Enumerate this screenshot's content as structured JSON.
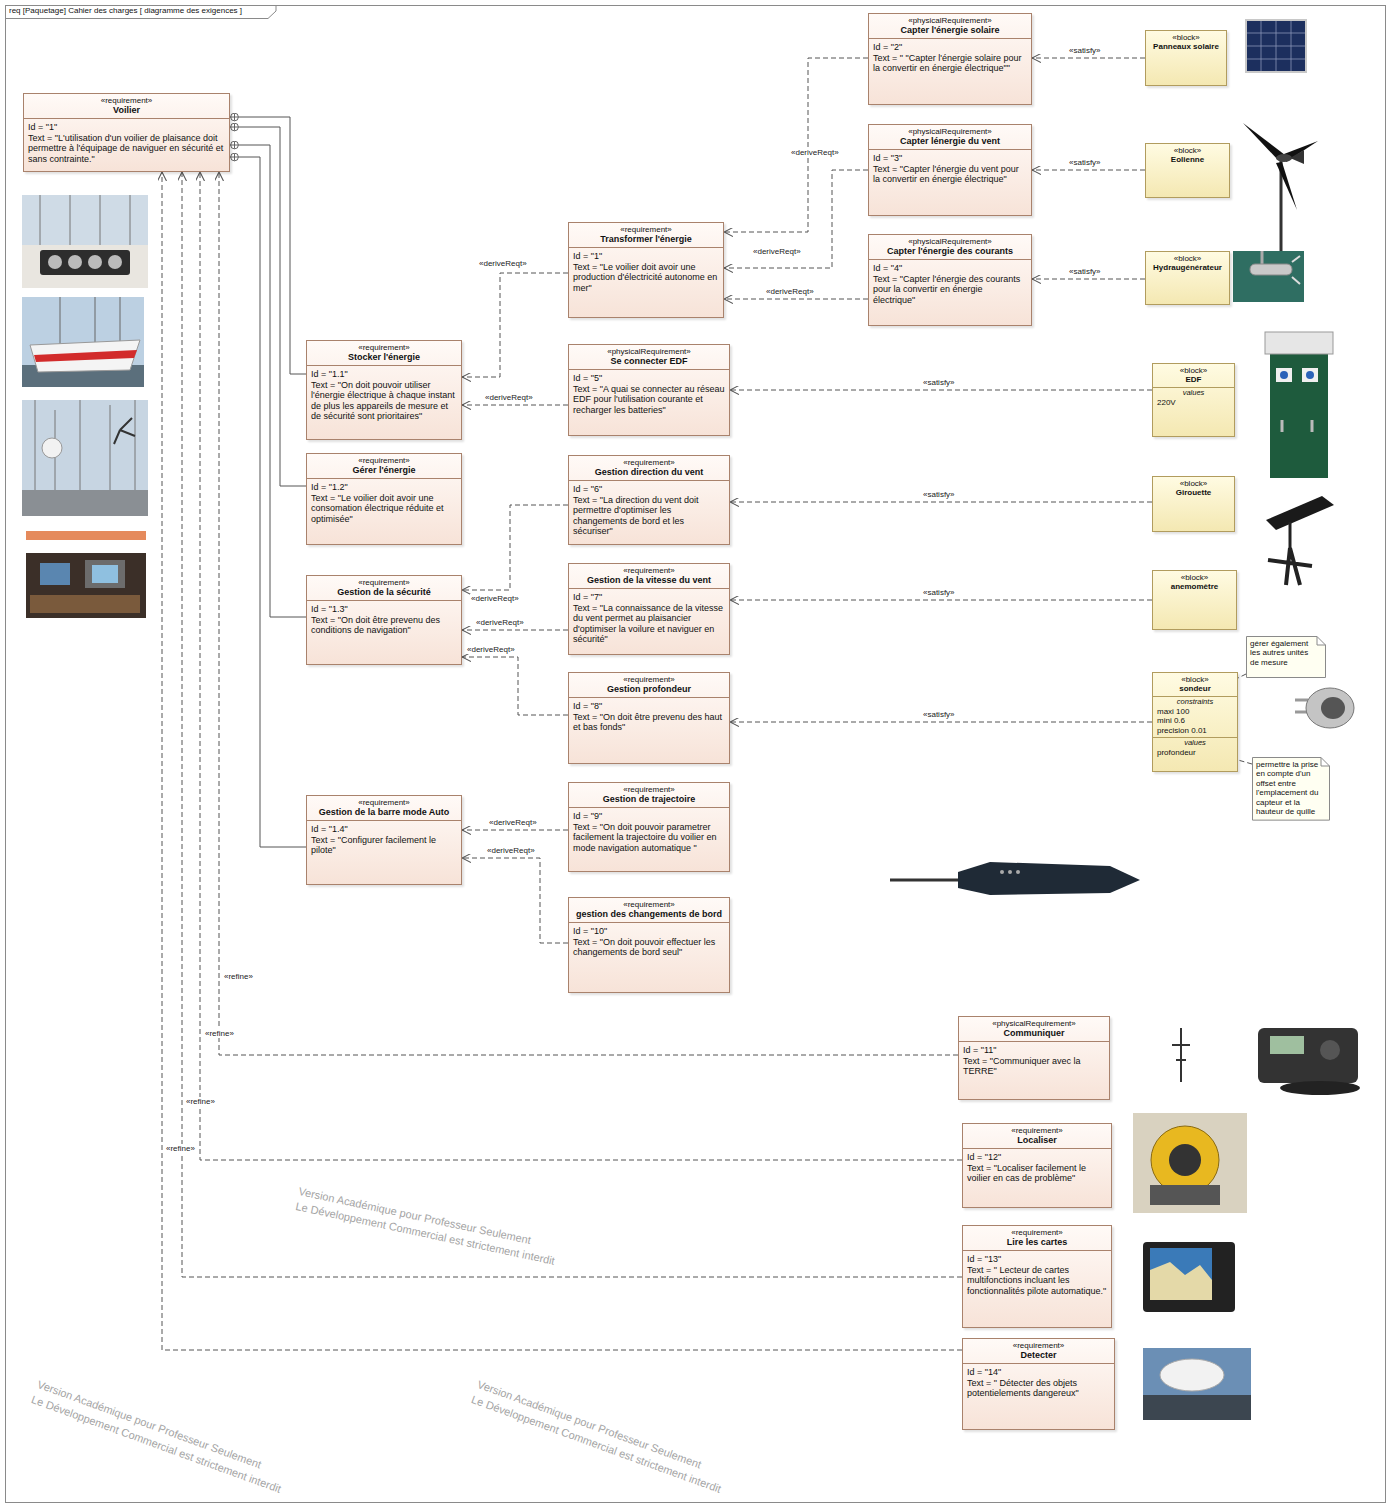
{
  "diagram": {
    "title": "req [Paquetage] Cahier des charges [ diagramme des exigences ]",
    "nodes": [
      {
        "text": [
          "«requirement»",
          "Voilier",
          "Id = \"1\"",
          "Text = \"L'utilisation d'un voilier de plaisance doit permettre à l'équipage de naviguer en sécurité et sans contrainte.\""
        ]
      },
      {
        "text": [
          "«physicalRequirement»",
          "Capter l'énergie solaire",
          "Id = \"2\"",
          "Text = \" \"Capter l'énergie solaire pour la convertir en énergie électrique\"\""
        ]
      },
      {
        "text": [
          "«block»",
          "Panneaux solaire"
        ]
      },
      {
        "text": [
          "«physicalRequirement»",
          "Capter lénergie du vent",
          "Id = \"3\"",
          "Text = \"Capter l'énergie du vent pour la convertir en énergie électrique\""
        ]
      },
      {
        "text": [
          "«block»",
          "Eolienne"
        ]
      },
      {
        "text": [
          "«requirement»",
          "Transformer l'énergie",
          "Id = \"1\"",
          "Text = \"Le voilier doit avoir une production d'électricité autonome en mer\""
        ]
      },
      {
        "text": [
          "«physicalRequirement»",
          "Capter l'énergie des courants",
          "Id = \"4\"",
          "Text = \"Capter l'énergie des courants pour la convertir en énergie électrique\""
        ]
      },
      {
        "text": [
          "«block»",
          "Hydraugénérateur"
        ]
      },
      {
        "text": [
          "«requirement»",
          "Stocker l'énergie",
          "Id = \"1.1\"",
          "Text = \"On doit pouvoir utiliser l'énergie électrique à chaque instant de plus les appareils de mesure et de sécurité sont prioritaires\""
        ]
      },
      {
        "text": [
          "«physicalRequirement»",
          "Se connecter EDF",
          "Id = \"5\"",
          "Text = \"A quai se connecter au réseau EDF pour l'utilisation courante et recharger les batteries\""
        ]
      },
      {
        "text": [
          "«block»",
          "EDF",
          "values",
          "220V"
        ]
      },
      {
        "text": [
          "«requirement»",
          "Gérer l'énergie",
          "Id = \"1.2\"",
          "Text = \"Le voilier doit avoir une consomation électrique réduite et optimisée\""
        ]
      },
      {
        "text": [
          "«requirement»",
          "Gestion direction du vent",
          "Id = \"6\"",
          "Text = \"La direction du vent doit permettre d'optimiser les changements de bord et les sécuriser\""
        ]
      },
      {
        "text": [
          "«block»",
          "Girouette"
        ]
      },
      {
        "text": [
          "«requirement»",
          "Gestion de la sécurité",
          "Id = \"1.3\"",
          "Text = \"On doit être prevenu des conditions de navigation\""
        ]
      },
      {
        "text": [
          "«requirement»",
          "Gestion de la vitesse du vent",
          "Id = \"7\"",
          "Text = \"La connaissance de la vitesse du vent permet au plaisancier d'optimiser la voilure et naviguer en sécurité\""
        ]
      },
      {
        "text": [
          "«block»",
          "anemomètre"
        ]
      },
      {
        "text": [
          "gérer également les autres unités de mesure"
        ]
      },
      {
        "text": [
          "«requirement»",
          "Gestion profondeur",
          "Id = \"8\"",
          "Text = \"On doit être prevenu des haut et bas fonds\""
        ]
      },
      {
        "text": [
          "«block»",
          "sondeur",
          "constraints",
          "maxi 100",
          "mini 0.6",
          "precision 0.01",
          "values",
          "profondeur"
        ]
      },
      {
        "text": [
          "permettre la prise en compte d'un offset entre l'emplacement du capteur et la hauteur de quille"
        ]
      },
      {
        "text": [
          "«requirement»",
          "Gestion de la barre mode Auto",
          "Id = \"1.4\"",
          "Text = \"Configurer facilement le pilote\""
        ]
      },
      {
        "text": [
          "«requirement»",
          "Gestion de trajectoire",
          "Id = \"9\"",
          "Text = \"On doit pouvoir parametrer facilement la trajectoire du voilier en mode navigation automatique \""
        ]
      },
      {
        "text": [
          "«requirement»",
          "gestion des changements de bord",
          "Id = \"10\"",
          "Text = \"On doit pouvoir effectuer les changements de bord seul\""
        ]
      },
      {
        "text": [
          "«physicalRequirement»",
          "Communiquer",
          "Id = \"11\"",
          "Text = \"Communiquer avec la TERRE\""
        ]
      },
      {
        "text": [
          "«requirement»",
          "Localiser",
          "Id = \"12\"",
          "Text = \"Localiser facilement le voilier en cas de problème\""
        ]
      },
      {
        "text": [
          "«requirement»",
          "Lire les cartes",
          "Id = \"13\"",
          "Text = \" Lecteur de cartes multifonctions incluant les fonctionnalités pilote automatique.\""
        ]
      },
      {
        "text": [
          "«requirement»",
          "Detecter",
          "Id = \"14\"",
          "Text = \" Détecter des objets potentielements dangereux\""
        ]
      }
    ],
    "edges": [
      {
        "from": 0,
        "to": 8,
        "arrow": "none"
      },
      {
        "from": 0,
        "to": 11,
        "arrow": "none"
      },
      {
        "from": 0,
        "to": 14,
        "arrow": "none"
      },
      {
        "from": 0,
        "to": 21,
        "arrow": "none"
      },
      {
        "from": 1,
        "to": 5,
        "label": "«deriveReqt»",
        "arrow": "to"
      },
      {
        "from": 3,
        "to": 5,
        "label": "«deriveReqt»",
        "arrow": "to"
      },
      {
        "from": 6,
        "to": 5,
        "label": "«deriveReqt»",
        "arrow": "to"
      },
      {
        "from": 5,
        "to": 8,
        "label": "«deriveReqt»",
        "arrow": "to"
      },
      {
        "from": 9,
        "to": 8,
        "label": "«deriveReqt»",
        "arrow": "to"
      },
      {
        "from": 12,
        "to": 14,
        "label": "«deriveReqt»",
        "arrow": "to"
      },
      {
        "from": 15,
        "to": 14,
        "label": "«deriveReqt»",
        "arrow": "to"
      },
      {
        "from": 18,
        "to": 14,
        "label": "«deriveReqt»",
        "arrow": "to"
      },
      {
        "from": 22,
        "to": 21,
        "label": "«deriveReqt»",
        "arrow": "to"
      },
      {
        "from": 23,
        "to": 21,
        "label": "«deriveReqt»",
        "arrow": "to"
      },
      {
        "from": 2,
        "to": 1,
        "label": "«satisfy»",
        "arrow": "to"
      },
      {
        "from": 4,
        "to": 3,
        "label": "«satisfy»",
        "arrow": "to"
      },
      {
        "from": 7,
        "to": 6,
        "label": "«satisfy»",
        "arrow": "to"
      },
      {
        "from": 10,
        "to": 9,
        "label": "«satisfy»",
        "arrow": "to"
      },
      {
        "from": 13,
        "to": 12,
        "label": "«satisfy»",
        "arrow": "to"
      },
      {
        "from": 16,
        "to": 15,
        "label": "«satisfy»",
        "arrow": "to"
      },
      {
        "from": 19,
        "to": 18,
        "label": "«satisfy»",
        "arrow": "to"
      },
      {
        "from": 24,
        "to": 0,
        "label": "«refine»",
        "arrow": "to"
      },
      {
        "from": 25,
        "to": 0,
        "label": "«refine»",
        "arrow": "to"
      },
      {
        "from": 26,
        "to": 0,
        "label": "«refine»",
        "arrow": "to"
      },
      {
        "from": 27,
        "to": 0,
        "label": "«refine»",
        "arrow": "to"
      },
      {
        "from": 17,
        "to": 19,
        "arrow": "none"
      },
      {
        "from": 20,
        "to": 19,
        "arrow": "none"
      }
    ],
    "labels": [
      "Version Académique pour Professeur Seulement",
      "Le Développement Commercial est strictement interdit",
      "Version Académique pour Professeur Seulement",
      "Le Développement Commercial est strictement interdit",
      "Version Académique pour Professeur Seulement",
      "Le Développement Commercial est strictement interdit"
    ]
  }
}
